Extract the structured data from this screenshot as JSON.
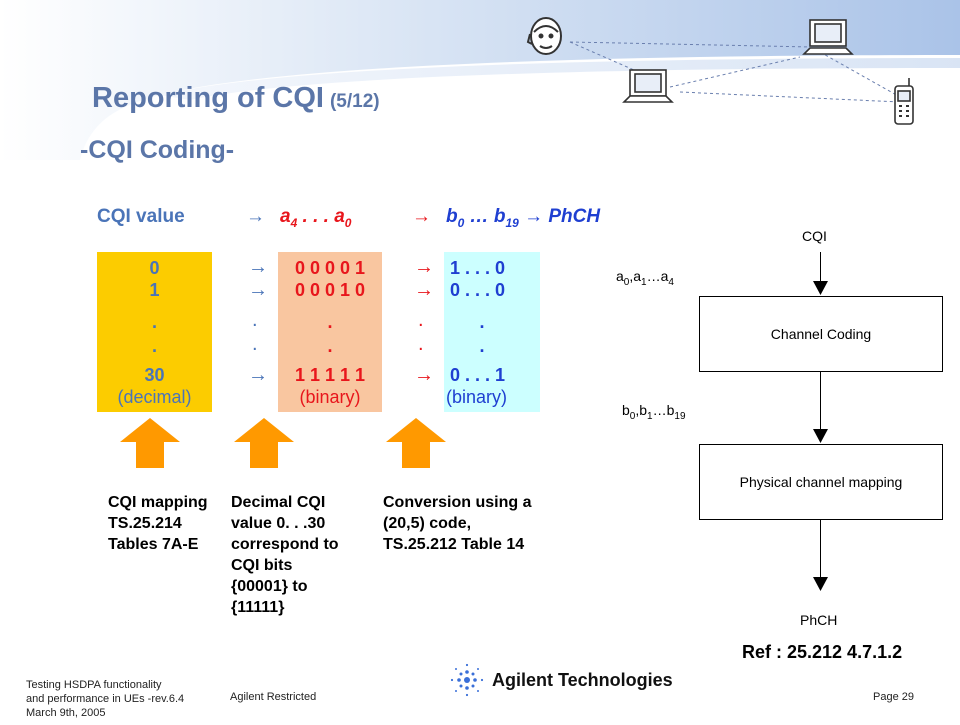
{
  "slide": {
    "title": "Reporting of CQI",
    "title_index": "(5/12)",
    "subtitle": "-CQI Coding-"
  },
  "mapping": {
    "header": {
      "cqi_value": "CQI value",
      "arrow": "→",
      "a_bits_prefix": "a",
      "a_bits_start_sub": "4",
      "a_bits_mid": " . . . a",
      "a_bits_end_sub": "0",
      "b_bits_prefix": "b",
      "b_bits_start_sub": "0",
      "b_bits_mid": " … b",
      "b_bits_end_sub": "19",
      "b_bits_tail": " → PhCH"
    },
    "decimal_col": [
      "0",
      "1",
      ".",
      ".",
      "30"
    ],
    "decimal_caption": "(decimal)",
    "binary_col": [
      "0 0 0 0 1",
      "0 0 0 1 0",
      ".",
      ".",
      "1 1 1 1 1"
    ],
    "binary_caption": "(binary)",
    "code_col": [
      "1 . . . 0",
      "0 . . . 0",
      ".",
      ".",
      "0 . . . 1"
    ],
    "code_caption": "(binary)",
    "arrow_col": [
      "→",
      "→",
      ".",
      ".",
      "→"
    ],
    "colors": {
      "yellow": "#fccc00",
      "peach": "#f9c6a0",
      "cyan": "#ccffff",
      "orange": "#ff9900"
    }
  },
  "notes": [
    [
      "CQI mapping",
      "TS.25.214",
      "Tables 7A-E"
    ],
    [
      "Decimal CQI",
      "value 0. . .30",
      "correspond to",
      "CQI bits",
      "{00001} to",
      "{11111}"
    ],
    [
      "Conversion using a",
      "(20,5) code,",
      "TS.25.212 Table 14"
    ]
  ],
  "diagram": {
    "input": "CQI",
    "a_label_base": "a",
    "a_subs": [
      "0",
      "1",
      "4"
    ],
    "box1": "Channel Coding",
    "b_label_base": "b",
    "b_subs": [
      "0",
      "1",
      "19"
    ],
    "box2": "Physical channel mapping",
    "output": "PhCH",
    "ref": "Ref : 25.212 4.7.1.2"
  },
  "footer": {
    "line1": "Testing HSDPA functionality",
    "line2": "and performance in UEs -rev.6.4",
    "line3": "March 9th, 2005",
    "restricted": "Agilent Restricted",
    "company": "Agilent Technologies",
    "page": "Page 29"
  },
  "icons": [
    "person-head-icon",
    "monitor-icon",
    "laptop-icon",
    "mobile-phone-icon",
    "agilent-spark-logo"
  ]
}
